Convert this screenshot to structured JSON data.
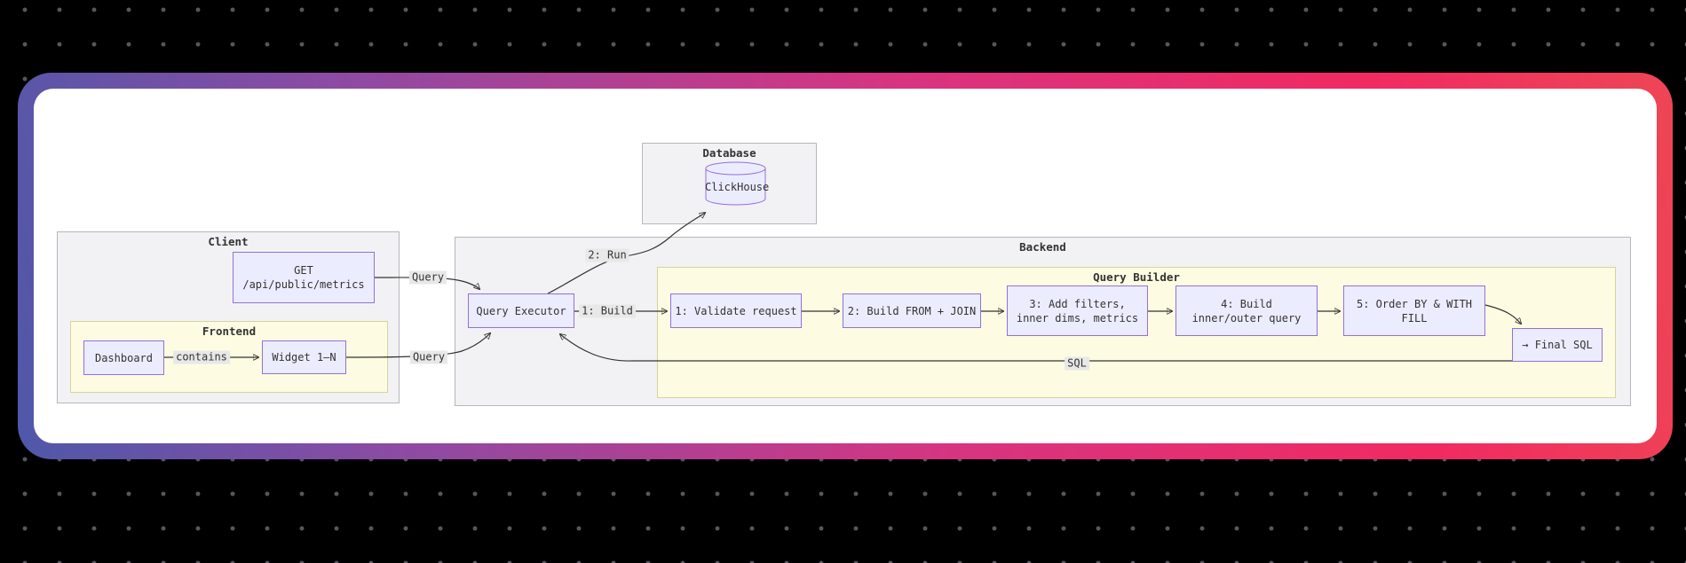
{
  "diagram": {
    "clusters": {
      "database": "Database",
      "client": "Client",
      "frontend": "Frontend",
      "backend": "Backend",
      "query_builder": "Query Builder"
    },
    "nodes": {
      "clickhouse": "ClickHouse",
      "get_line1": "GET",
      "get_line2": "/api/public/metrics",
      "dashboard": "Dashboard",
      "widget": "Widget 1–N",
      "query_executor": "Query Executor",
      "step1": "1: Validate request",
      "step2": "2: Build FROM + JOIN",
      "step3_line1": "3: Add filters,",
      "step3_line2": "inner dims, metrics",
      "step4_line1": "4: Build",
      "step4_line2": "inner/outer query",
      "step5_line1": "5: Order BY & WITH",
      "step5_line2": "FILL",
      "final_sql": "→ Final SQL"
    },
    "edge_labels": {
      "query_top": "Query",
      "query_bottom": "Query",
      "contains": "contains",
      "run": "2: Run",
      "build": "1: Build",
      "sql": "SQL"
    }
  },
  "colors": {
    "node_fill": "#ECECFF",
    "node_border": "#9370DB",
    "cluster_gray_fill": "#f2f2f5",
    "cluster_gray_border": "#b7b7bd",
    "cluster_yellow_fill": "#fdfce2",
    "cluster_yellow_border": "#d6d39e",
    "edge": "#333333",
    "label_bg": "#e8e8e8",
    "text": "#333333",
    "dot_color": "#57575d",
    "bg": "#000000",
    "grad_1": "#4f58a9",
    "grad_2": "#8c4ba4",
    "grad_3": "#d83480",
    "grad_4": "#f12a62",
    "grad_5": "#ee4655"
  }
}
